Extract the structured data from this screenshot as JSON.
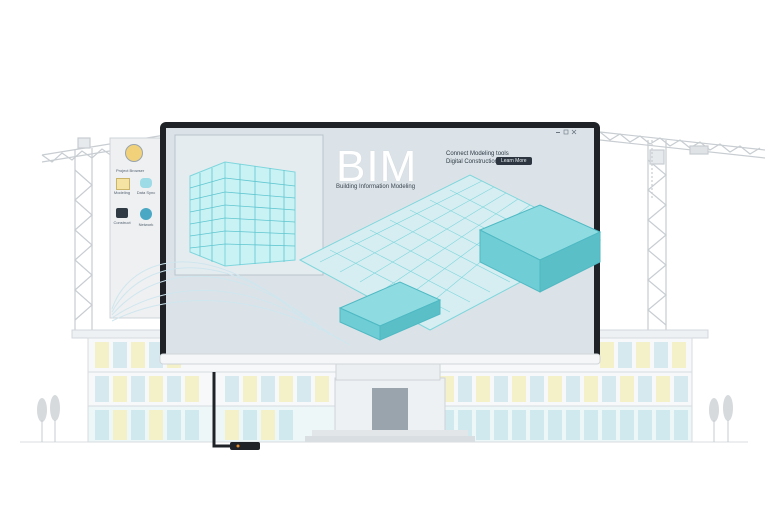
{
  "hero": {
    "title": "BIM",
    "subtitle": "Building Information Modeling",
    "header_text_1": "Connect Modeling tools",
    "header_text_2": "Digital Construction",
    "cta_label": "Learn More"
  },
  "desktop": {
    "title": "Project Browser",
    "icons": [
      {
        "name": "folder-icon",
        "label": "Modeling"
      },
      {
        "name": "cloud-icon",
        "label": "Data Sync"
      },
      {
        "name": "crane-icon",
        "label": "Construct"
      },
      {
        "name": "globe-icon",
        "label": "Network"
      }
    ]
  },
  "colors": {
    "accent_cyan": "#7ed6dc",
    "screen_bg": "#dbe3e8",
    "frame": "#1f2328",
    "building_yellow": "#f4f0c8",
    "building_blue": "#cfe9ee",
    "line_gray": "#c3c8ce"
  }
}
